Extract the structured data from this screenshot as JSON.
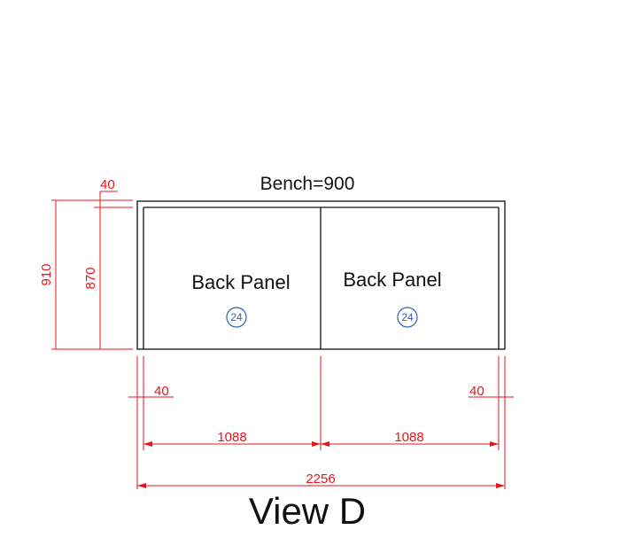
{
  "drawing": {
    "bench_label": "Bench=900",
    "view_title": "View D",
    "panels": [
      {
        "label": "Back Panel",
        "badge": "24"
      },
      {
        "label": "Back Panel",
        "badge": "24"
      }
    ],
    "dimensions": {
      "top_offset": "40",
      "overall_height": "910",
      "panel_height": "870",
      "left_offset": "40",
      "right_offset": "40",
      "panel_width_left": "1088",
      "panel_width_right": "1088",
      "overall_width": "2256"
    },
    "colors": {
      "dimension": "#e8141b",
      "outline": "#111111",
      "badge": "#2a63b8"
    }
  }
}
